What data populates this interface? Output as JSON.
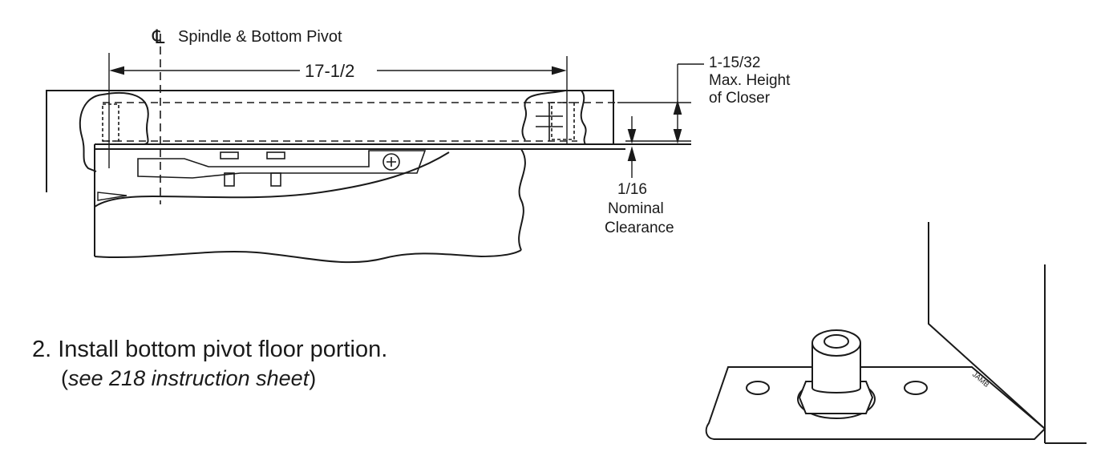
{
  "diagram": {
    "spindle_label": "Spindle & Bottom Pivot",
    "centerline_symbol": "℄",
    "width_dimension": "17-1/2",
    "height_dimension": "1-15/32",
    "height_caption_line1": "Max. Height",
    "height_caption_line2": "of Closer",
    "clearance_dimension": "1/16",
    "clearance_caption_line1": "Nominal",
    "clearance_caption_line2": "Clearance",
    "jamb_label": "JAMB"
  },
  "instruction": {
    "step_number": "2.",
    "step_text": "Install bottom pivot floor portion.",
    "open_paren": "(",
    "reference_text": "see 218 instruction sheet",
    "close_paren": ")"
  }
}
